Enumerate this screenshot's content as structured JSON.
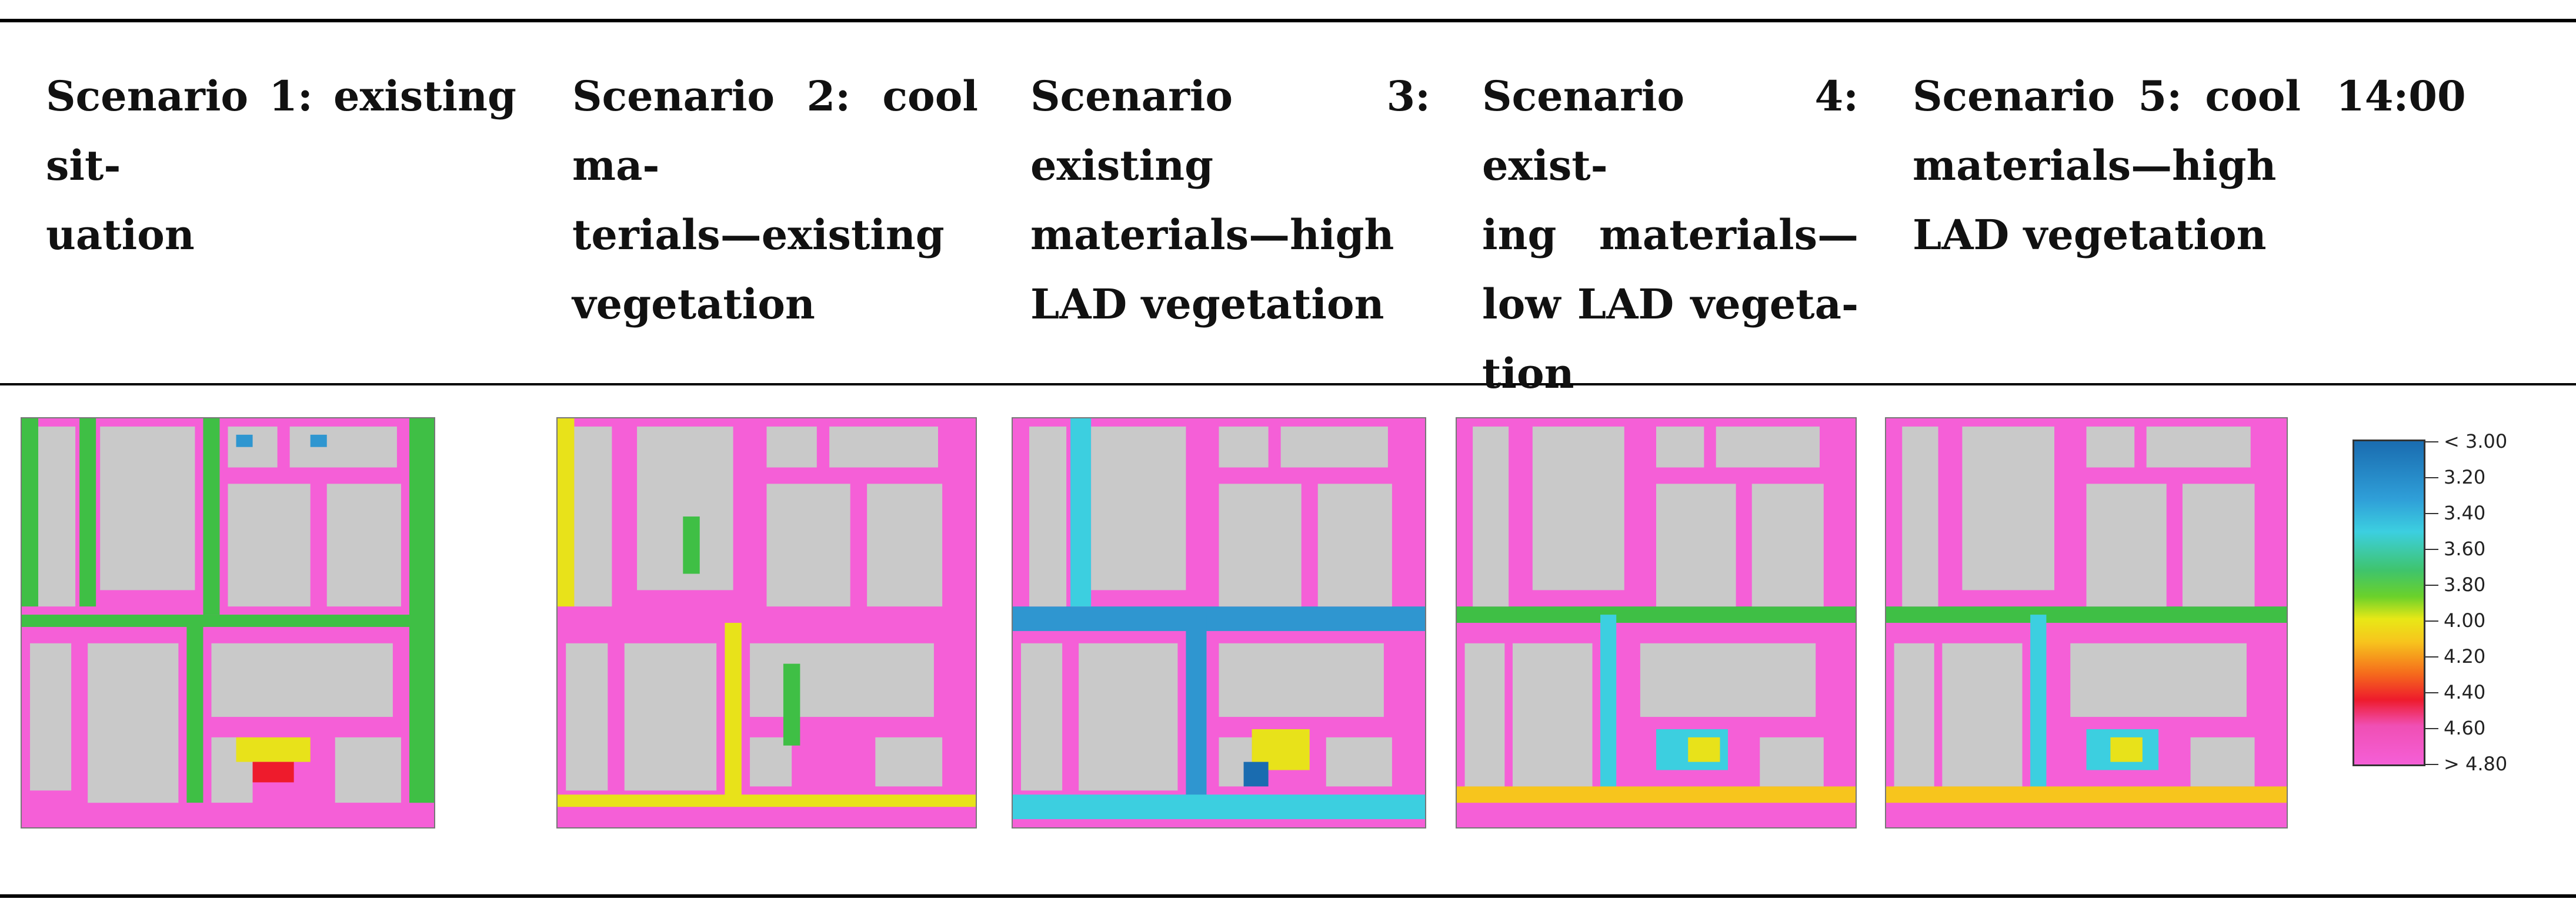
{
  "headers": [
    {
      "lines": [
        "Scenario 1: existing sit-",
        "uation"
      ]
    },
    {
      "lines": [
        "Scenario 2: cool ma-",
        "terials—existing",
        "vegetation"
      ]
    },
    {
      "lines": [
        "Scenario 3: existing",
        "materials—high",
        "LAD vegetation"
      ]
    },
    {
      "lines": [
        "Scenario 4: exist-",
        "ing materials—",
        "low LAD vegeta-",
        "tion"
      ]
    },
    {
      "lines": [
        "Scenario 5: cool",
        "materials—high",
        "LAD vegetation"
      ]
    }
  ],
  "time_label": "14:00",
  "legend": {
    "labels": [
      "< 3.00",
      "3.20",
      "3.40",
      "3.60",
      "3.80",
      "4.00",
      "4.20",
      "4.40",
      "4.60",
      "> 4.80"
    ]
  },
  "colors": {
    "pink": "#f55fd7",
    "green": "#3fbf45",
    "yellow": "#e8e21a",
    "blue": "#2f96d0",
    "building": "#c9c9c9"
  }
}
